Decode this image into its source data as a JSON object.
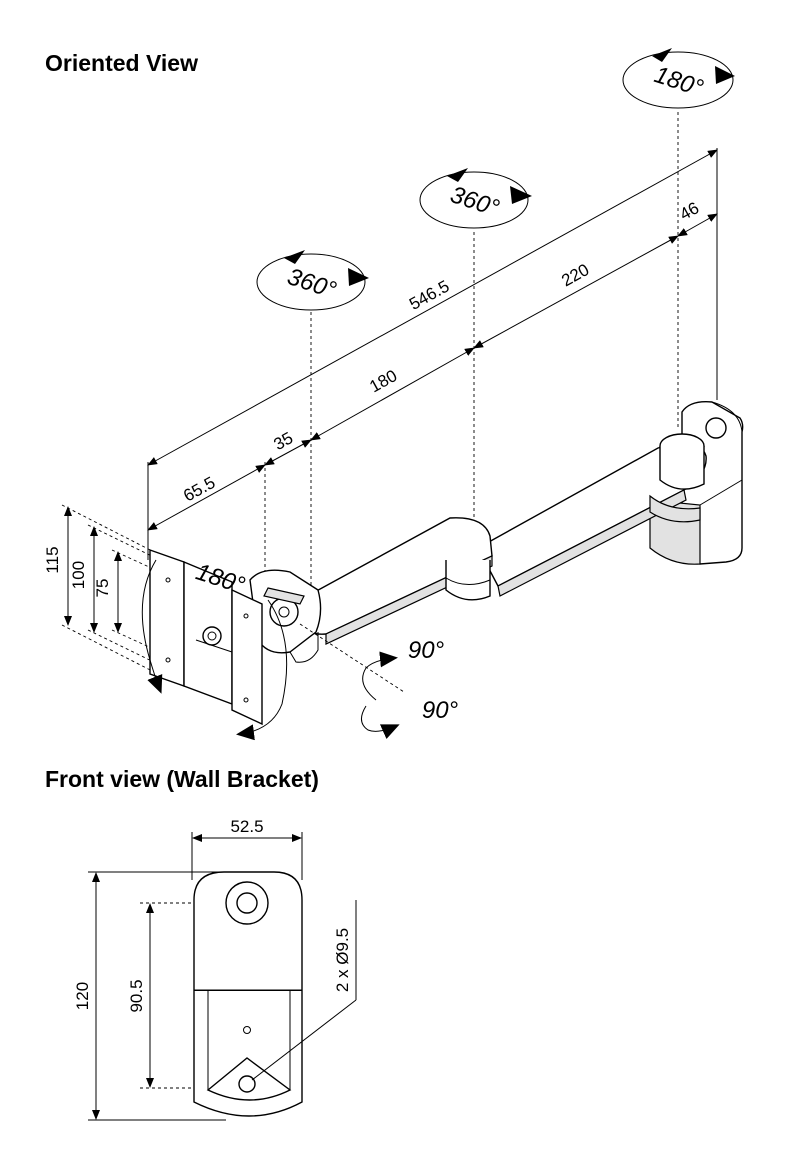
{
  "headings": {
    "oriented_view": "Oriented View",
    "front_view": "Front view (Wall Bracket)"
  },
  "oriented": {
    "total_length": "546.5",
    "seg_65_5": "65.5",
    "seg_35": "35",
    "seg_180": "180",
    "seg_220": "220",
    "seg_46": "46",
    "h_115": "115",
    "h_100": "100",
    "h_75": "75",
    "rot_head": "180°",
    "rot_wall": "180°",
    "rot_joint1": "360°",
    "rot_joint2": "360°",
    "tilt_up": "90°",
    "tilt_down": "90°"
  },
  "front": {
    "width": "52.5",
    "height": "120",
    "hole_spacing": "90.5",
    "holes": "2 x Ø9.5"
  },
  "colors": {
    "line": "#000000",
    "shade": "#e2e2e2",
    "background": "#ffffff"
  }
}
